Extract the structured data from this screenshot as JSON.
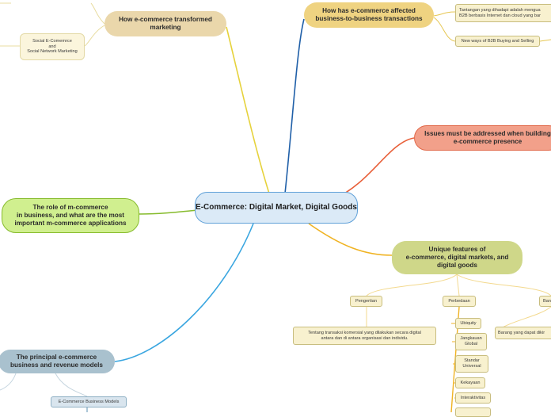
{
  "central": "E-Commerce: Digital Market, Digital Goods",
  "topics": {
    "transformed": "How e-commerce transformed\nmarketing",
    "b2b": "How has e-commerce affected\nbusiness-to-business transactions",
    "issues": "Issues must be addressed when building\ne-commerce presence",
    "mcommerce": "The role of m-commerce\nin business, and what are the most\nimportant m-commerce applications",
    "unique": "Unique features of\ne-commerce, digital markets, and\ndigital goods",
    "principal": "The principal e-commerce\nbusiness and revenue models"
  },
  "subtopics": {
    "social": "Social E-Comemrce\nand\nSocial Network Marketing",
    "tantangan": "Tantangan yang dihadapi adalah mengua\nB2B berbasis Internet dan cloud yang bar",
    "newways": "New ways of B2B Buying and Selling",
    "pengertian": "Pengertian",
    "perbedaan": "Perbedaan",
    "ban": "Ban",
    "tentang": "Tentang transaksi komersial yang dilakukan secara digital\nantara dan di antara organisasi dan individu.",
    "barang": "Barang yang dapat dikir",
    "ubiquity": "Ubiquity",
    "jangkauan": "Jangkauan\nGlobal",
    "standar": "Standar\nUniversal",
    "kekayaan": "Kekayaan",
    "interaktivitas": "Interaktivitas",
    "partial": "",
    "models": "E-Commerce Business Models"
  },
  "colors": {
    "central_border": "#5fa0d8",
    "link_blue_dark": "#1f5fa8",
    "link_orange_red": "#e8603a",
    "link_yellow": "#f0b323",
    "link_green": "#86bb2c",
    "link_light_blue": "#3aa6e0",
    "link_gold": "#e6d23c"
  }
}
